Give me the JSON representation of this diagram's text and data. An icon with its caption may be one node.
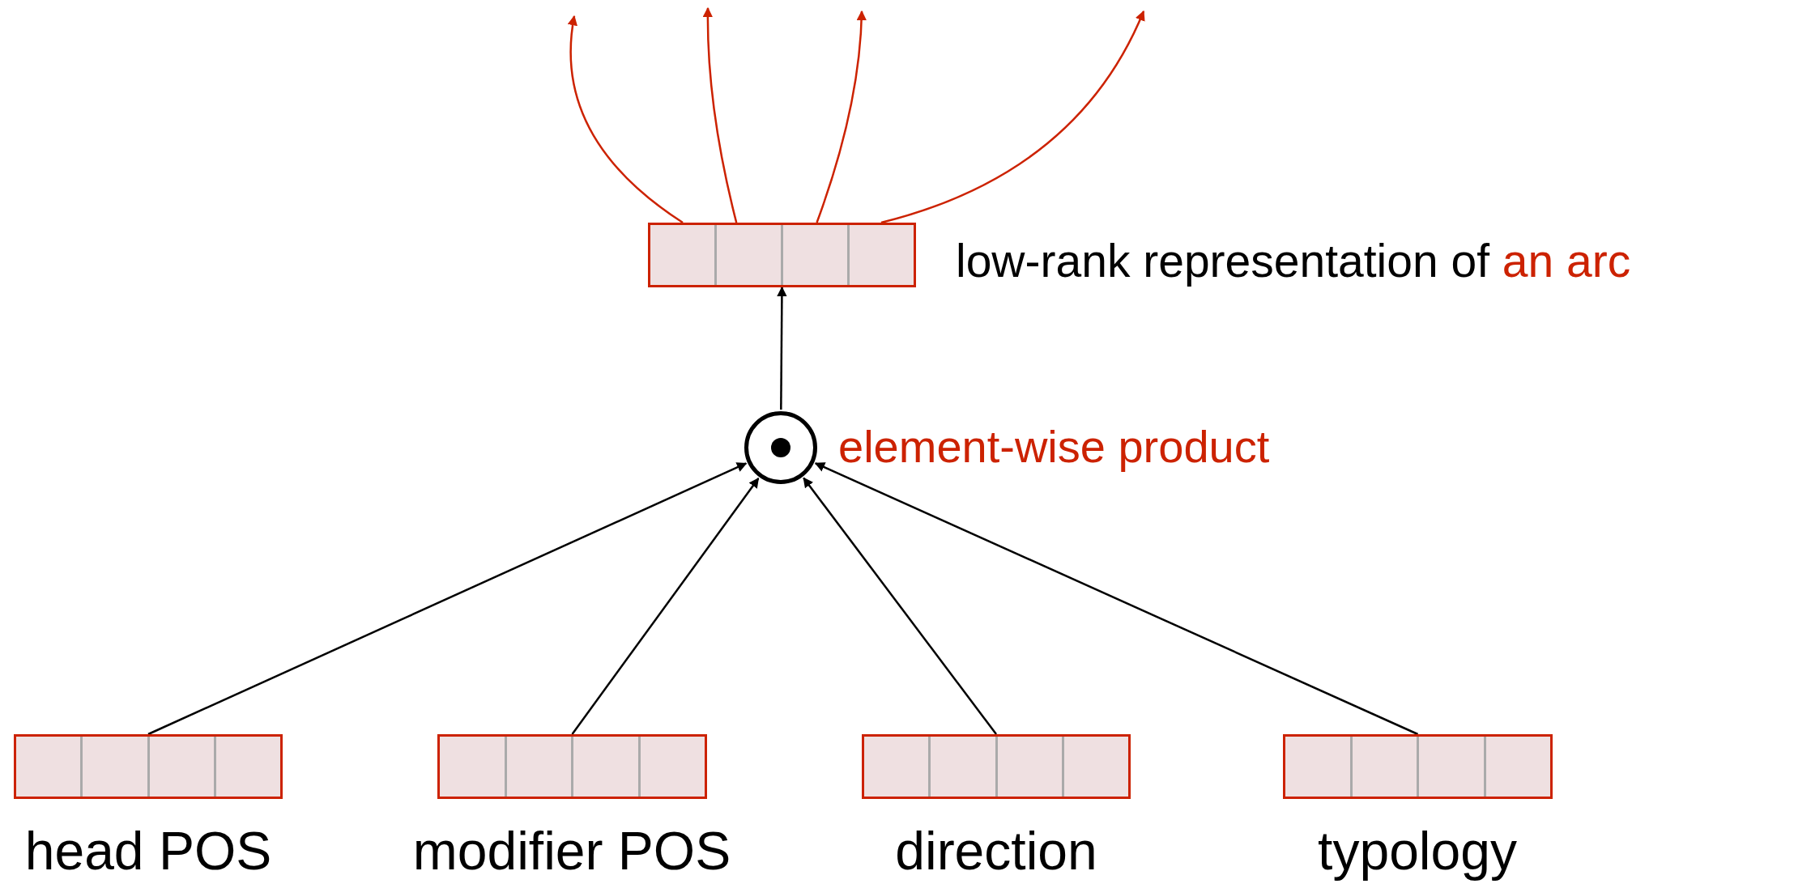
{
  "diagram": {
    "nodes": [
      {
        "text": [],
        "shape": "bar",
        "beside": [
          "low-rank representation of",
          "an arc"
        ]
      },
      {
        "text": [],
        "shape": "circle",
        "beside": [
          "element-wise product"
        ]
      },
      {
        "text": [],
        "shape": "bar",
        "beside": [
          "head POS"
        ]
      },
      {
        "text": [],
        "shape": "bar",
        "beside": [
          "modifier POS"
        ]
      },
      {
        "text": [],
        "shape": "bar",
        "beside": [
          "direction"
        ]
      },
      {
        "text": [],
        "shape": "bar",
        "beside": [
          "typology"
        ]
      }
    ],
    "edges": [
      {
        "from": 0,
        "to": null,
        "arrow": "to",
        "color": "#cc2200"
      },
      {
        "from": 0,
        "to": null,
        "arrow": "to",
        "color": "#cc2200"
      },
      {
        "from": 0,
        "to": null,
        "arrow": "to",
        "color": "#cc2200"
      },
      {
        "from": 0,
        "to": null,
        "arrow": "to",
        "color": "#cc2200"
      },
      {
        "from": 1,
        "to": 0,
        "arrow": "to"
      },
      {
        "from": 2,
        "to": 1,
        "arrow": "to"
      },
      {
        "from": 3,
        "to": 1,
        "arrow": "to"
      },
      {
        "from": 4,
        "to": 1,
        "arrow": "to"
      },
      {
        "from": 5,
        "to": 1,
        "arrow": "to"
      }
    ]
  }
}
